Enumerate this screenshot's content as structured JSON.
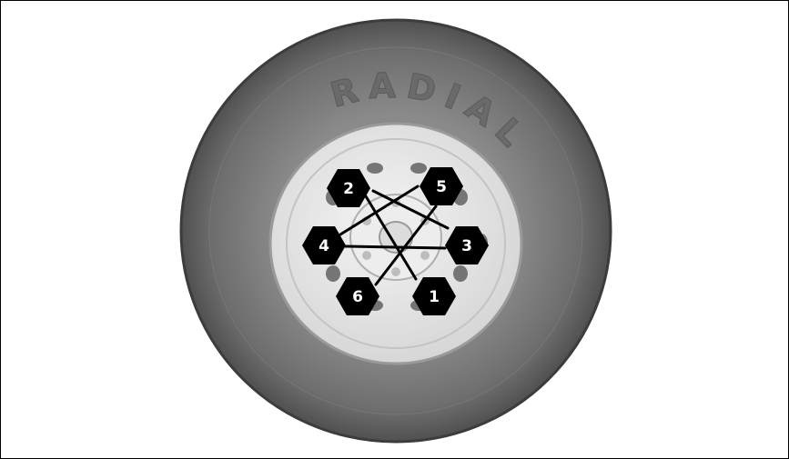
{
  "diagram": {
    "tire_brand_text": "RADIAL",
    "lug_labels": [
      "1",
      "2",
      "3",
      "4",
      "5",
      "6"
    ],
    "tightening_sequence": [
      "1",
      "2",
      "3",
      "4",
      "5",
      "6"
    ]
  },
  "colors": {
    "tire": "#6f6f6f",
    "tire_edge": "#4a4a4a",
    "wheel": "#e4e4e4",
    "hub": "#f2f2f2",
    "lug_badge": "#000000",
    "lug_text": "#ffffff",
    "sequence_line": "#000000",
    "frame_border": "#000000"
  }
}
